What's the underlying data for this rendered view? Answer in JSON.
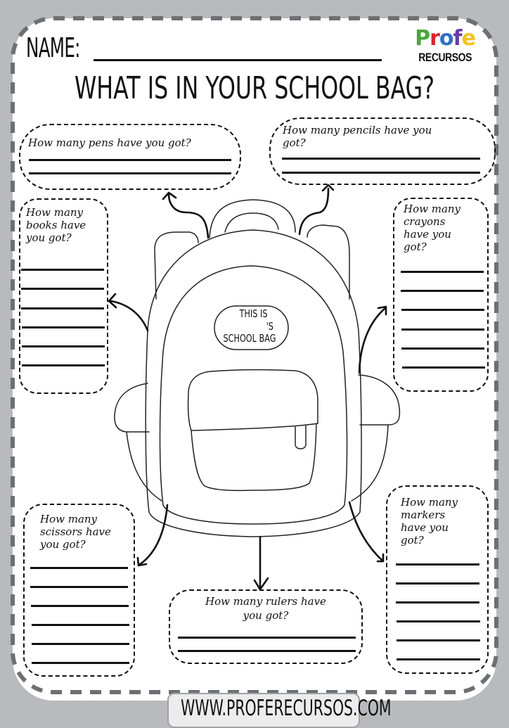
{
  "header": {
    "name_label": "NAME:",
    "title": "WHAT IS IN YOUR SCHOOL BAG?"
  },
  "logo": {
    "profe_letters": [
      "P",
      "r",
      "o",
      "f",
      "e"
    ],
    "recursos": "RECURSOS",
    "colors": [
      "#4aa63b",
      "#d8262e",
      "#2e6fc3",
      "#6b3aa6",
      "#f2c318"
    ]
  },
  "questions": {
    "pens": {
      "line1": "How many pens have you got?",
      "answer_lines": 2
    },
    "pencils": {
      "line1": "How many pencils have you",
      "line2": "got?",
      "answer_lines": 2
    },
    "books": {
      "line1": "How many",
      "line2": "books have",
      "line3": "you got?",
      "answer_lines": 6
    },
    "crayons": {
      "line1": "How many",
      "line2": "crayons",
      "line3": "have you",
      "line4": "got?",
      "answer_lines": 6
    },
    "scissors": {
      "line1": "How many",
      "line2": "scissors have",
      "line3": "you got?",
      "answer_lines": 6
    },
    "markers": {
      "line1": "How many",
      "line2": "markers",
      "line3": "have you",
      "line4": "got?",
      "answer_lines": 6
    },
    "rulers": {
      "line1": "How many rulers have",
      "line2": "you got?",
      "answer_lines": 2
    }
  },
  "backpack": {
    "badge_line1": "THIS IS",
    "badge_line2": "'S",
    "badge_line3": "SCHOOL BAG"
  },
  "footer": {
    "url": "WWW.PROFERECURSOS.COM"
  },
  "colors": {
    "background": "#b8babd",
    "sheet": "#ffffff",
    "outer_dash": "#6d6f72",
    "ink": "#111111"
  }
}
